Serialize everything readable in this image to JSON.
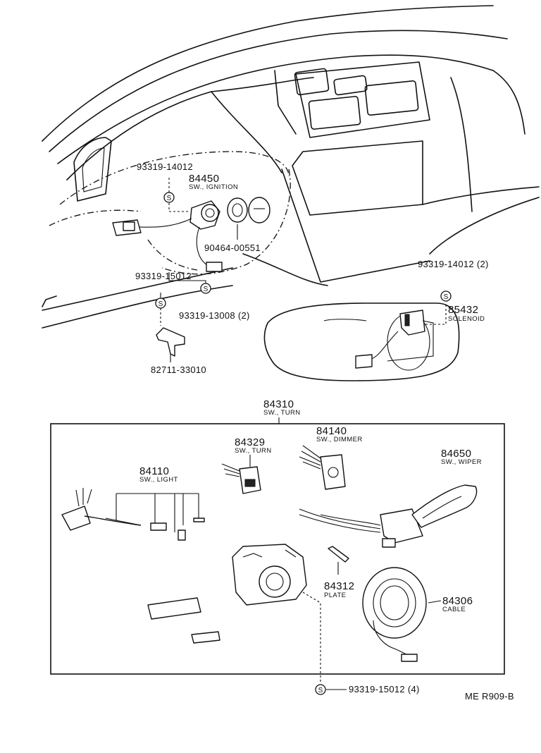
{
  "diagram": {
    "ref_code": "ME R909-B",
    "screw_symbol": "S",
    "parts": {
      "p93319_14012_a": "93319-14012",
      "p84450": "84450",
      "p84450_desc": "SW., IGNITION",
      "p90464": "90464-00551",
      "p93319_15012_a": "93319-15012",
      "p93319_13008": "93319-13008 (2)",
      "p82711": "82711-33010",
      "p93319_14012_b": "93319-14012 (2)",
      "p85432": "85432",
      "p85432_desc": "SOLENOID",
      "p84310": "84310",
      "p84310_desc": "SW., TURN",
      "p84329": "84329",
      "p84329_desc": "SW., TURN",
      "p84140": "84140",
      "p84140_desc": "SW., DIMMER",
      "p84650": "84650",
      "p84650_desc": "SW., WIPER",
      "p84110": "84110",
      "p84110_desc": "SW., LIGHT",
      "p84312": "84312",
      "p84312_desc": "PLATE",
      "p84306": "84306",
      "p84306_desc": "CABLE",
      "p93319_15012_b": "93319-15012 (4)"
    }
  }
}
